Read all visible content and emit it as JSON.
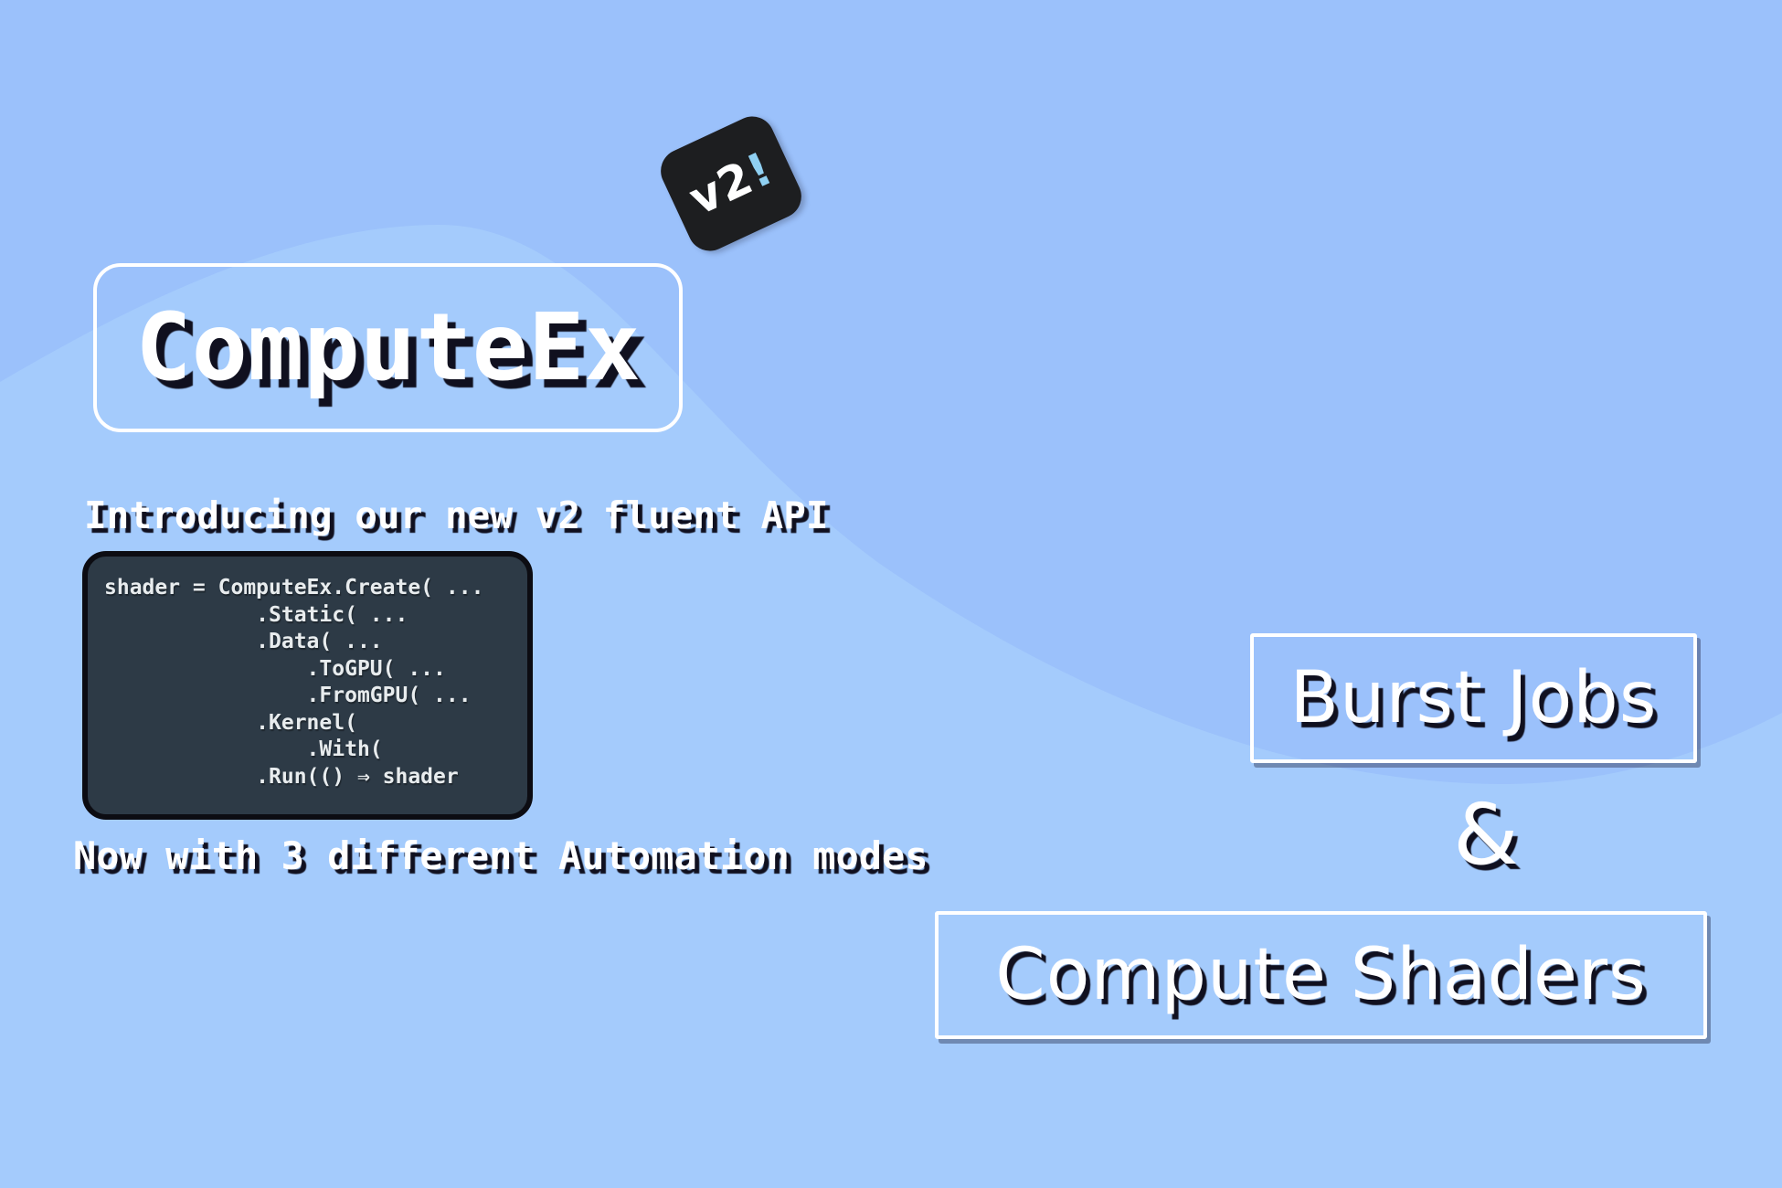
{
  "badge": {
    "version_label": "v2",
    "exclaim": "!"
  },
  "hero": {
    "title": "ComputeEx"
  },
  "intro": {
    "heading": "Introducing our new v2 fluent API",
    "code": "shader = ComputeEx.Create( ...\n            .Static( ...\n            .Data( ...\n                .ToGPU( ...\n                .FromGPU( ...\n            .Kernel(\n                .With(\n            .Run(() ⇒ shader",
    "footnote": "Now with 3 different Automation modes"
  },
  "features": {
    "burst_label": "Burst Jobs",
    "ampersand": "&",
    "shaders_label": "Compute Shaders"
  },
  "colors": {
    "background": "#9bc1fb",
    "wave": "#a4cbfc",
    "code_bg": "#2d3a46",
    "code_border": "#0c0c12",
    "code_text": "#e8ecee",
    "text": "#ffffff",
    "shadow": "#10101f",
    "badge_bg": "#1d1e20",
    "badge_exclaim": "#8fd0f2"
  }
}
